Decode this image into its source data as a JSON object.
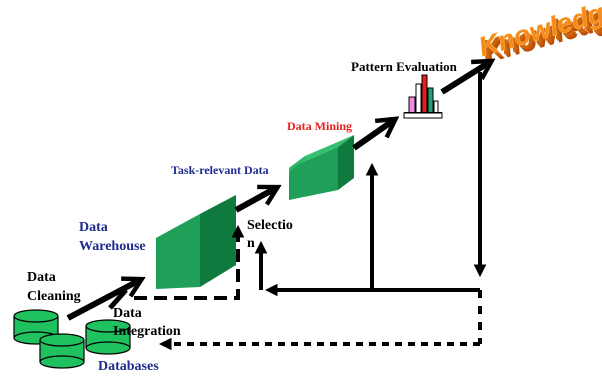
{
  "diagram": {
    "labels": {
      "knowledge": "Knowledge",
      "pattern_evaluation": "Pattern Evaluation",
      "data_mining": "Data Mining",
      "task_relevant_data": "Task-relevant Data",
      "data_warehouse_line1": "Data",
      "data_warehouse_line2": "Warehouse",
      "selection_line1": "Selectio",
      "selection_line2": "n",
      "data_cleaning_line1": "Data",
      "data_cleaning_line2": "Cleaning",
      "data_integration_line1": "Data",
      "data_integration_line2": "Integration",
      "databases": "Databases"
    },
    "colors": {
      "cube_front": "#1f9f57",
      "cube_side": "#0e7a3d",
      "cube_top": "#34c070",
      "cylinder": "#1fc25e",
      "knowledge_front": "#f07f12",
      "knowledge_shadow": "#b84d00",
      "label_navy": "#1f2a8c",
      "label_red": "#e8201c",
      "arrow": "#000000"
    }
  }
}
